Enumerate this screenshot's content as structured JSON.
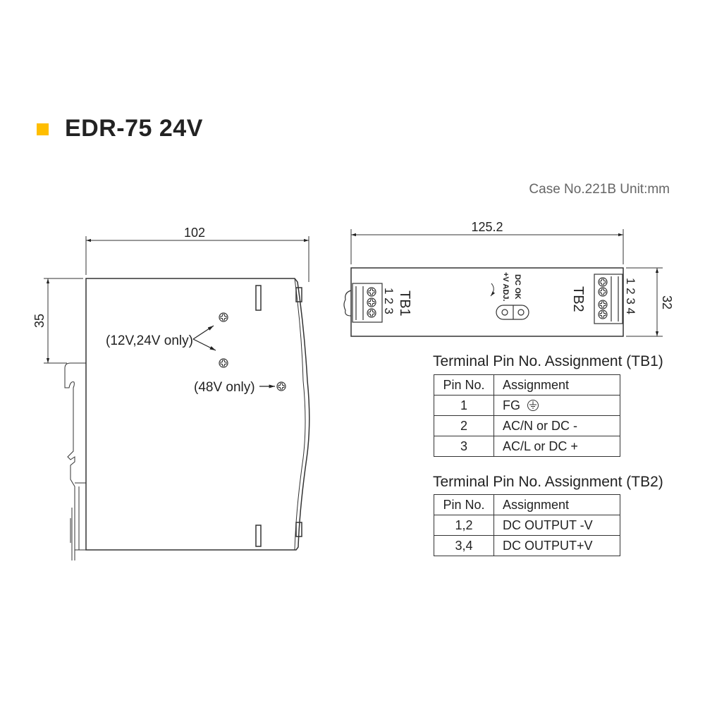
{
  "header": {
    "title": "EDR-75 24V",
    "accent_color": "#FFBE00",
    "case_info": "Case No.221B Unit:mm"
  },
  "side_view": {
    "width_dim": "102",
    "rail_dim": "35",
    "note_12_24": "(12V,24V only)",
    "note_48": "(48V only)"
  },
  "top_view": {
    "length_dim": "125.2",
    "height_dim": "32",
    "tb1_label": "TB1",
    "tb1_pins": "1 2 3",
    "tb2_label": "TB2",
    "tb2_pins": "1 2 3 4",
    "dc_ok": "DC OK",
    "v_adj": "+V ADJ."
  },
  "tb1_table": {
    "title": "Terminal Pin No.  Assignment (TB1)",
    "headers": [
      "Pin No.",
      "Assignment"
    ],
    "rows": [
      {
        "pin": "1",
        "assignment": "FG"
      },
      {
        "pin": "2",
        "assignment": "AC/N or DC -"
      },
      {
        "pin": "3",
        "assignment": "AC/L or DC +"
      }
    ]
  },
  "tb2_table": {
    "title": "Terminal Pin No.  Assignment (TB2)",
    "headers": [
      "Pin No.",
      "Assignment"
    ],
    "rows": [
      {
        "pin": "1,2",
        "assignment": "DC OUTPUT -V"
      },
      {
        "pin": "3,4",
        "assignment": "DC OUTPUT+V"
      }
    ]
  }
}
